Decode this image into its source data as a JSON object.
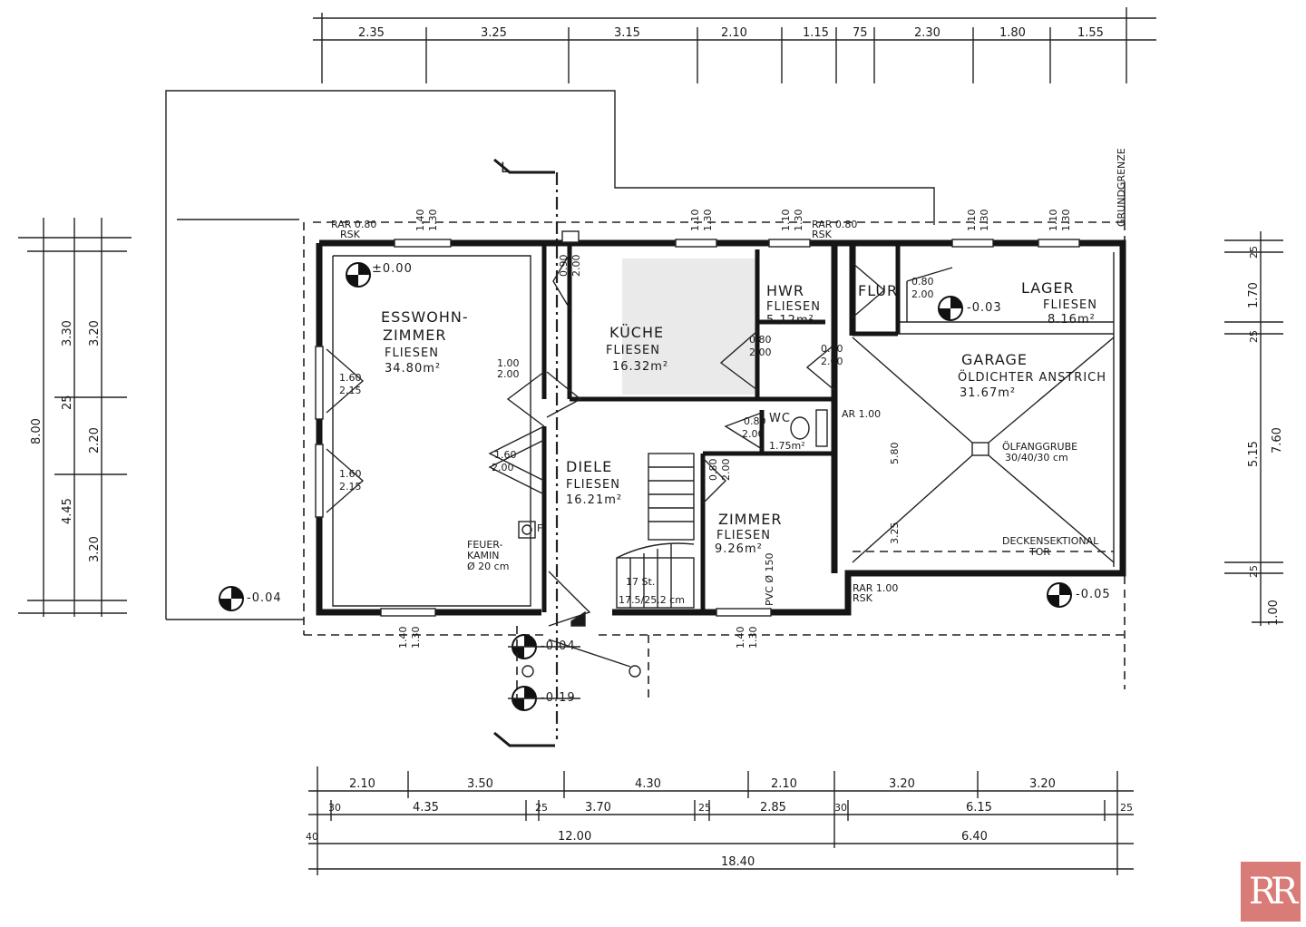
{
  "top_dimensions": [
    "2.35",
    "3.25",
    "3.15",
    "2.10",
    "1.15",
    "75",
    "2.30",
    "1.80",
    "1.55"
  ],
  "left_dimensions": {
    "outer": [
      "8.00"
    ],
    "middle": [
      "3.30",
      "25",
      "4.45"
    ],
    "inner": [
      "3.20",
      "2.20",
      "3.20"
    ]
  },
  "right_dimensions": [
    "25",
    "1.70",
    "25",
    "5.15",
    "25",
    "1.00",
    "7.60"
  ],
  "bottom_dimensions": {
    "row1": [
      "2.10",
      "3.50",
      "4.30",
      "2.10",
      "3.20",
      "3.20"
    ],
    "row2": [
      "30",
      "4.35",
      "25",
      "3.70",
      "25",
      "2.85",
      "30",
      "6.15",
      "25"
    ],
    "row3": [
      "40",
      "12.00",
      "6.40"
    ],
    "total": "18.40"
  },
  "rooms": [
    {
      "name": "ESSWOHN-",
      "name2": "ZIMMER",
      "floor": "FLIESEN",
      "area": "34.80m²"
    },
    {
      "name": "KÜCHE",
      "floor": "FLIESEN",
      "area": "16.32m²"
    },
    {
      "name": "HWR",
      "floor": "FLIESEN",
      "area": "5.12m²"
    },
    {
      "name": "FLUR",
      "floor": "",
      "area": ""
    },
    {
      "name": "LAGER",
      "floor": "FLIESEN",
      "area": "8.16m²"
    },
    {
      "name": "GARAGE",
      "floor": "ÖLDICHTER ANSTRICH",
      "area": "31.67m²"
    },
    {
      "name": "DIELE",
      "floor": "FLIESEN",
      "area": "16.21m²"
    },
    {
      "name": "WC",
      "floor": "",
      "area": "1.75m²"
    },
    {
      "name": "ZIMMER",
      "floor": "FLIESEN",
      "area": "9.26m²"
    }
  ],
  "levels": [
    "±0.00",
    "-0.03",
    "-0.04",
    "-0.05",
    "-0.04",
    "-0.19"
  ],
  "annotations": {
    "rar1": "RAR 0.80",
    "rsk1": "RSK",
    "rar2": "RAR 0.80",
    "rsk2": "RSK",
    "rar3": "RAR 1.00",
    "rsk3": "RSK",
    "ar": "AR 1.00",
    "oelfang": "ÖLFANGGRUBE",
    "oelfang_size": "30/40/30 cm",
    "decken": "DECKENSEKTIONAL",
    "decken2": "TOR",
    "kamin1": "FEUER-",
    "kamin2": "KAMIN",
    "kamin3": "Ø 20 cm",
    "stair": "17 St.",
    "stair2": "17.5/25.2 cm",
    "pvc": "PVC Ø 150",
    "grenze": "GRUNDGRENZE",
    "section": "L",
    "f_mark": "F"
  },
  "openings": [
    "1.40",
    "1.30",
    "1.10",
    "1.30",
    "1.10",
    "1.30",
    "1.10",
    "1.30",
    "1.10",
    "1.30",
    "1.60",
    "2.15",
    "1.60",
    "2.15",
    "1.00",
    "2.00",
    "1.60",
    "2.00",
    "0.90",
    "2.00",
    "0.80",
    "2.00",
    "0.90",
    "2.00",
    "0.80",
    "2.00",
    "0.80",
    "2.00",
    "1.40",
    "1.30",
    "1.40",
    "1.30",
    "0.80",
    "2.00",
    "3.25",
    "5.80"
  ],
  "logo": "RR"
}
